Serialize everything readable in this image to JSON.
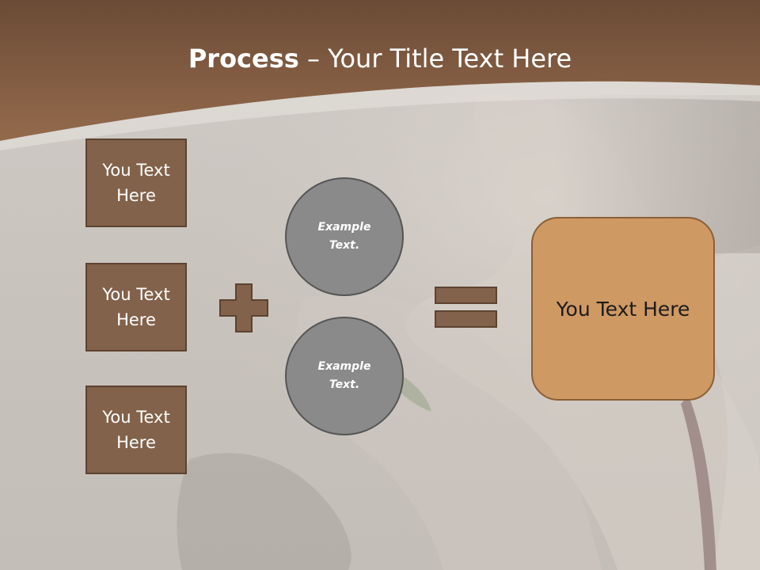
{
  "slide": {
    "title_bold": "Process",
    "title_rest": " – Your Title Text Here"
  },
  "inputs": [
    {
      "label": "You Text Here"
    },
    {
      "label": "You Text Here"
    },
    {
      "label": "You Text Here"
    }
  ],
  "operands": [
    {
      "label": "Example Text."
    },
    {
      "label": "Example Text."
    }
  ],
  "operators": {
    "plus": "plus-icon",
    "equals": "equals-icon"
  },
  "result": {
    "label": "You Text Here"
  },
  "colors": {
    "header_brown": "#8a6448",
    "box_fill": "#82624a",
    "circle_fill": "#8a8a8a",
    "result_fill": "#cf9963"
  }
}
